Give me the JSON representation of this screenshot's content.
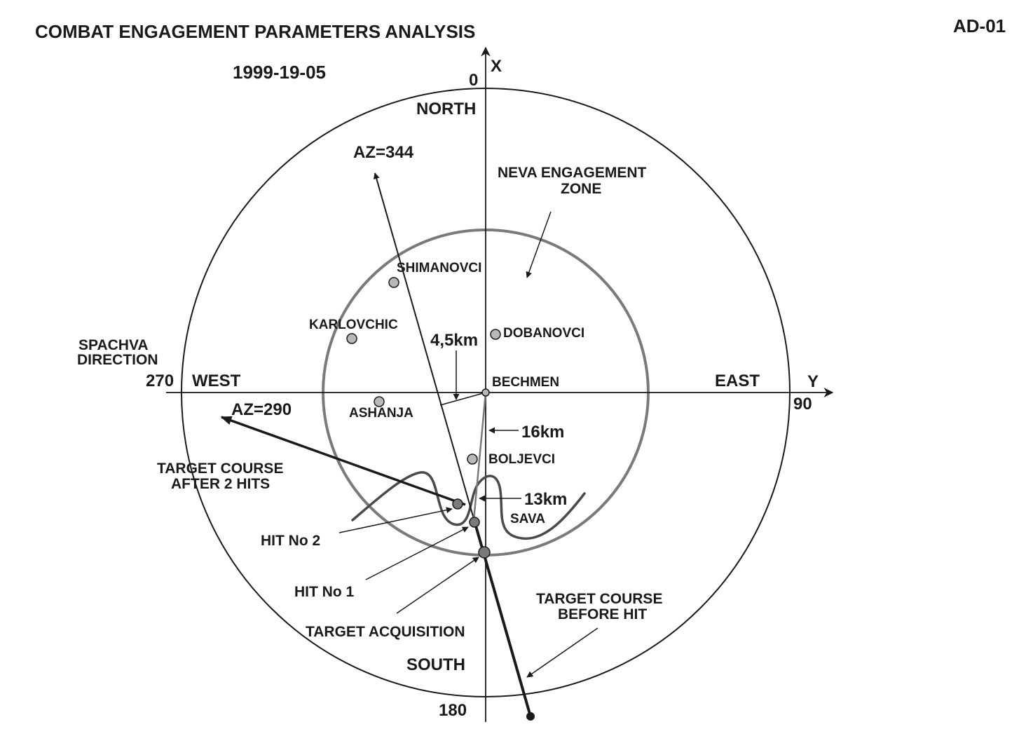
{
  "header": {
    "title": "COMBAT ENGAGEMENT PARAMETERS ANALYSIS",
    "code": "AD-01",
    "date": "1999-19-05"
  },
  "axes": {
    "x_label": "X",
    "y_label": "Y",
    "north_value": "0",
    "east_value": "90",
    "south_value": "180",
    "west_value": "270",
    "north": "NORTH",
    "east": "EAST",
    "south": "SOUTH",
    "west": "WEST"
  },
  "azimuths": {
    "az_344": "AZ=344",
    "az_290": "AZ=290"
  },
  "zone": {
    "label_line1": "NEVA ENGAGEMENT",
    "label_line2": "ZONE"
  },
  "places": {
    "shimanovci": "SHIMANOVCI",
    "karlovchic": "KARLOVCHIC",
    "dobanovci": "DOBANOVCI",
    "bechmen": "BECHMEN",
    "ashanja": "ASHANJA",
    "boljevci": "BOLJEVCI",
    "sava": "SAVA",
    "spachva_line1": "SPACHVA",
    "spachva_line2": "DIRECTION"
  },
  "distances": {
    "d_4_5": "4,5km",
    "d_16": "16km",
    "d_13": "13km"
  },
  "annotations": {
    "course_after_line1": "TARGET COURSE",
    "course_after_line2": "AFTER 2 HITS",
    "hit2": "HIT No 2",
    "hit1": "HIT No 1",
    "acquisition": "TARGET ACQUISITION",
    "course_before_line1": "TARGET COURSE",
    "course_before_line2": "BEFORE HIT"
  },
  "colors": {
    "ink": "#1a1a1a",
    "inner_ring": "#7a7a7a",
    "marker_fill": "#b8b8b8",
    "river": "#4a4a4a"
  }
}
